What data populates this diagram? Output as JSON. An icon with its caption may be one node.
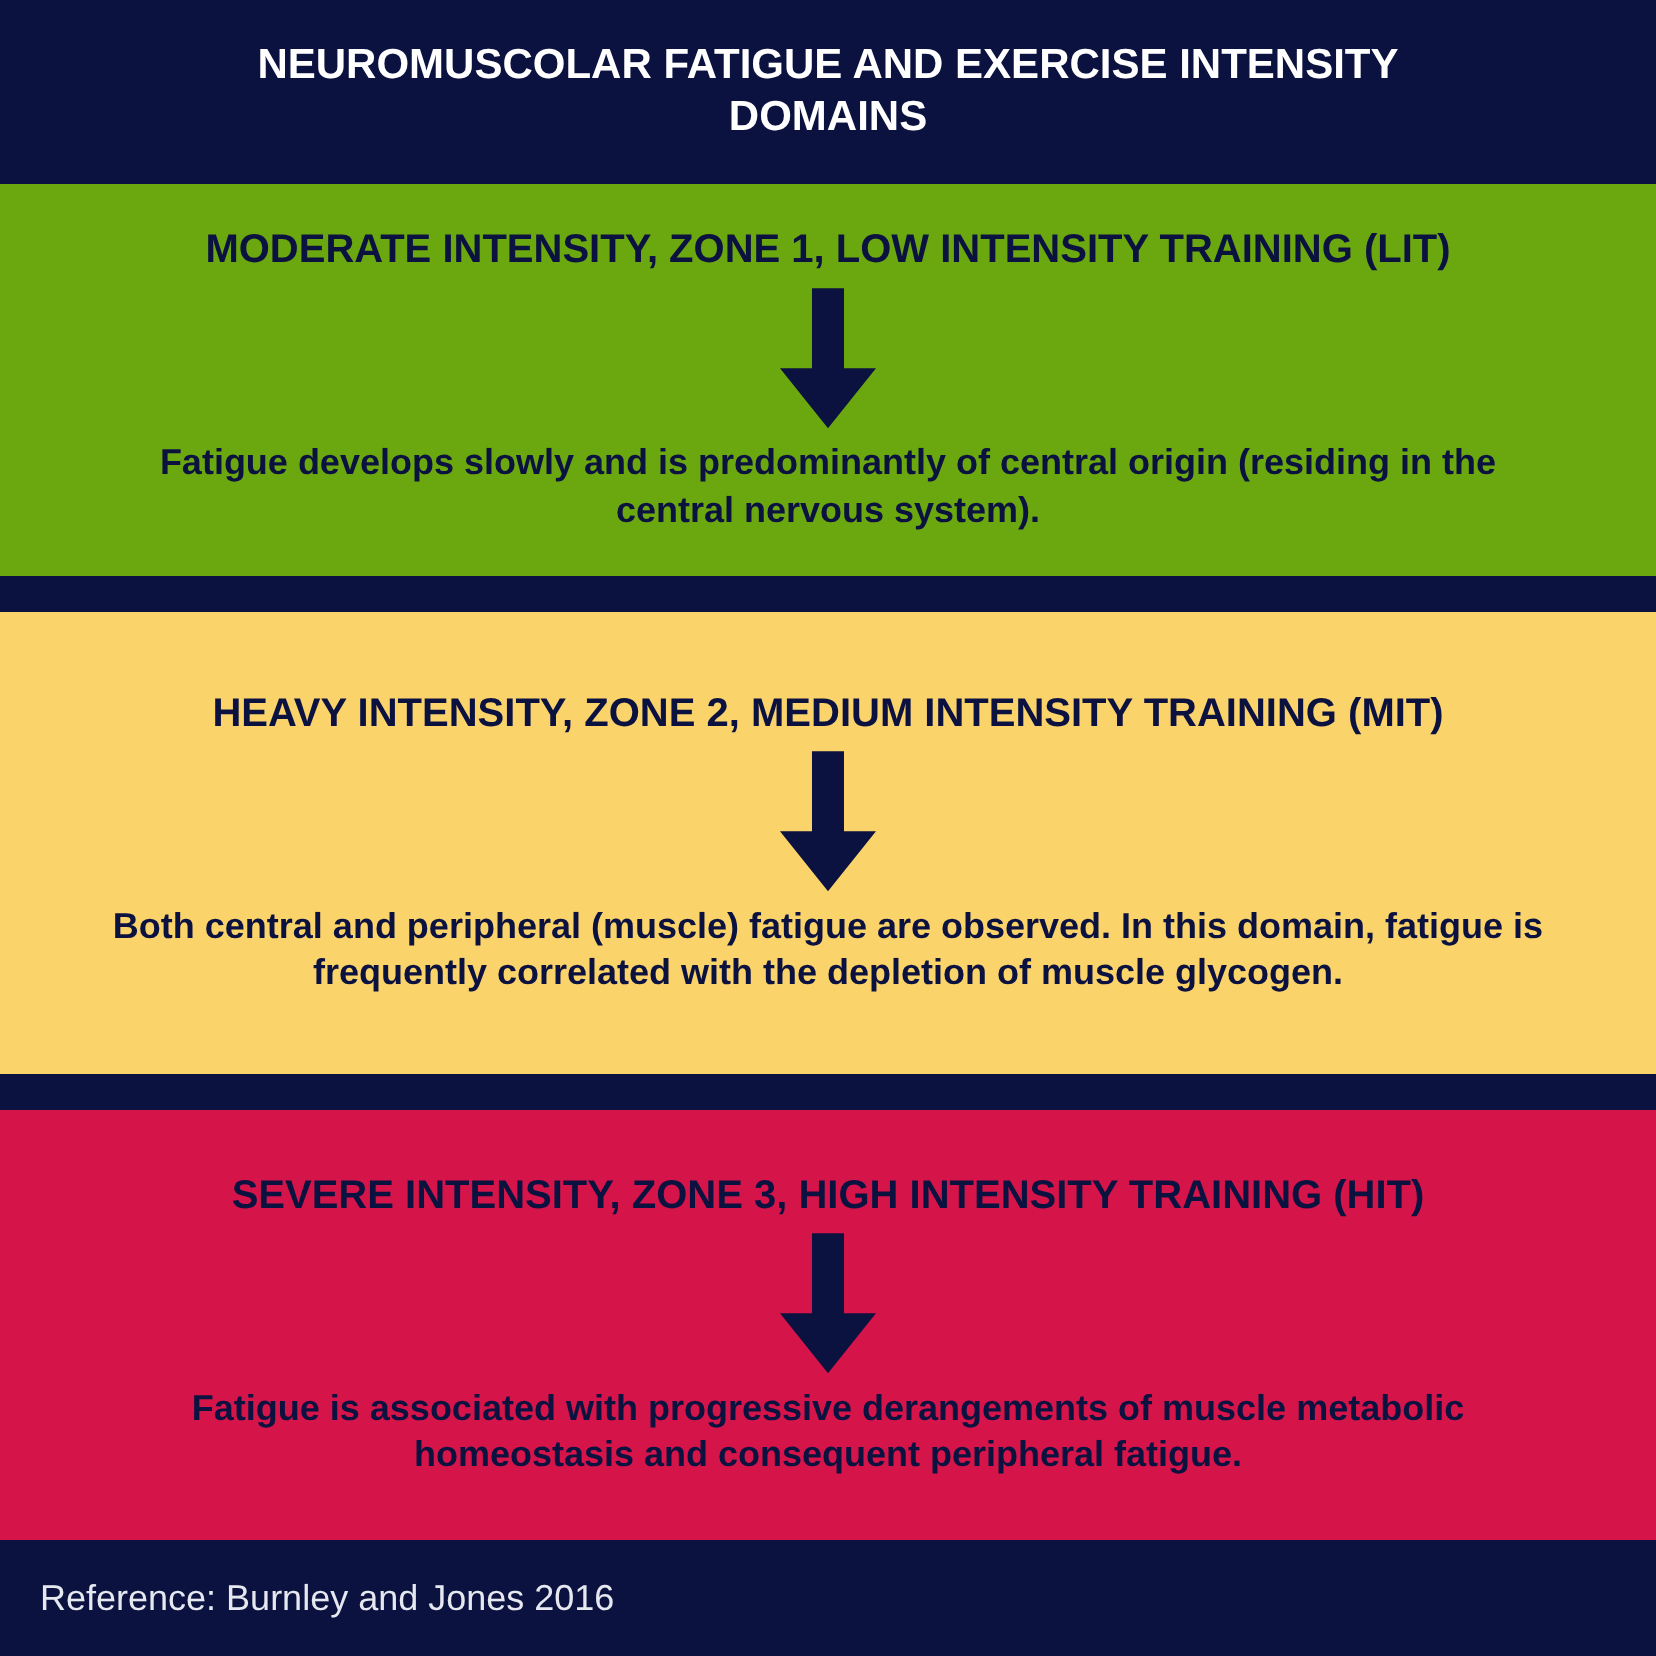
{
  "diagram": {
    "title": "NEUROMUSCOLAR FATIGUE AND EXERCISE INTENSITY DOMAINS",
    "nodes": [
      {
        "text": [],
        "shape": "box"
      },
      {
        "text": [
          "MODERATE INTENSITY, ZONE 1, LOW INTENSITY TRAINING (LIT)"
        ],
        "in": 0
      },
      {
        "text": [
          "Fatigue develops slowly and is predominantly of central origin (residing in the central nervous system)."
        ],
        "in": 0
      },
      {
        "text": [],
        "shape": "box"
      },
      {
        "text": [
          "HEAVY INTENSITY, ZONE 2, MEDIUM INTENSITY TRAINING (MIT)"
        ],
        "in": 3
      },
      {
        "text": [
          "Both central and peripheral (muscle) fatigue are observed. In this domain, fatigue is frequently correlated with the depletion of muscle glycogen."
        ],
        "in": 3
      },
      {
        "text": [],
        "shape": "box"
      },
      {
        "text": [
          "SEVERE INTENSITY, ZONE 3, HIGH INTENSITY TRAINING (HIT)"
        ],
        "in": 6
      },
      {
        "text": [
          "Fatigue is associated with progressive derangements of muscle metabolic homeostasis and consequent peripheral fatigue."
        ],
        "in": 6
      }
    ],
    "edges": [
      {
        "from": 1,
        "to": 2,
        "arrow": "to"
      },
      {
        "from": 4,
        "to": 5,
        "arrow": "to"
      },
      {
        "from": 7,
        "to": 8,
        "arrow": "to"
      }
    ],
    "labels": [
      "Reference: Burnley and Jones 2016"
    ]
  }
}
